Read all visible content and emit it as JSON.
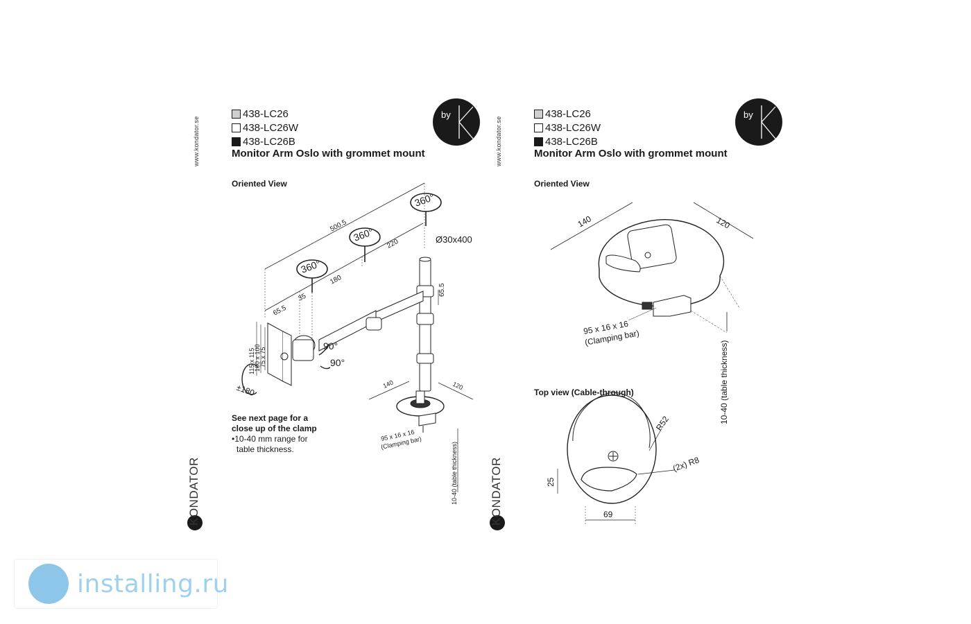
{
  "sheets": [
    {
      "website": "www.kondator.se",
      "brand": "KONDATOR",
      "logo_text": "by K",
      "skus": [
        {
          "code": "438-LC26",
          "swatch": "grey"
        },
        {
          "code": "438-LC26W",
          "swatch": "white"
        },
        {
          "code": "438-LC26B",
          "swatch": "black"
        }
      ],
      "title": "Monitor Arm Oslo with grommet mount",
      "section_label": "Oriented View",
      "note": {
        "bold_line1": "See next page for a",
        "bold_line2": "close up of the clamp",
        "bullet_line1": "•10-40 mm range for",
        "bullet_line2": "table thickness."
      },
      "dimensions": {
        "overall_reach": "500.5",
        "seg_220": "220",
        "seg_180": "180",
        "seg_65_5": "65.5",
        "seg_35": "35",
        "pole": "Ø30x400",
        "arm_height": "65.5",
        "rot1": "360°",
        "rot2": "360°",
        "rot3": "360°",
        "tilt1": "90°",
        "tilt2": "90°",
        "rot180": "±180",
        "vesa1": "115 x 115",
        "vesa2": "100 x 100",
        "vesa3": "75 x 75",
        "base_w": "140",
        "base_d": "120",
        "bar_size": "95 x 16 x 16",
        "bar_label": "(Clamping bar)",
        "thickness": "10-40 (table thickness)"
      }
    },
    {
      "website": "www.kondator.se",
      "brand": "KONDATOR",
      "logo_text": "by K",
      "skus": [
        {
          "code": "438-LC26",
          "swatch": "grey"
        },
        {
          "code": "438-LC26W",
          "swatch": "white"
        },
        {
          "code": "438-LC26B",
          "swatch": "black"
        }
      ],
      "title": "Monitor Arm Oslo with grommet mount",
      "section_label": "Oriented View",
      "section_label2": "Top view (Cable-through)",
      "dimensions": {
        "base_w": "140",
        "base_d": "120",
        "bar_size": "95 x 16 x 16",
        "bar_label": "(Clamping bar)",
        "thickness": "10-40 (table thickness)",
        "radius": "R52",
        "radius_small": "(2x) R8",
        "slot_h": "25",
        "slot_w": "69"
      }
    }
  ],
  "watermark": {
    "text": "installing.ru"
  }
}
